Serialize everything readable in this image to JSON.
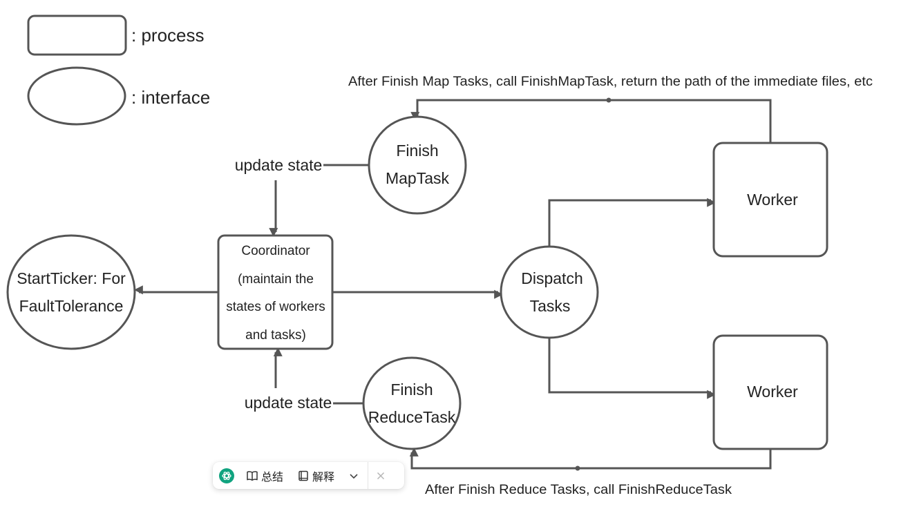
{
  "legend": {
    "process_label": ": process",
    "interface_label": ": interface"
  },
  "nodes": {
    "finish_map": [
      "Finish",
      "MapTask"
    ],
    "finish_reduce": [
      "Finish",
      "ReduceTask"
    ],
    "start_ticker": [
      "StartTicker: For",
      "FaultTolerance"
    ],
    "coordinator": [
      "Coordinator",
      "(maintain the",
      "states of workers",
      "and tasks)"
    ],
    "dispatch": [
      "Dispatch",
      "Tasks"
    ],
    "worker_top": "Worker",
    "worker_bottom": "Worker"
  },
  "labels": {
    "update_state_top": "update state",
    "update_state_bottom": "update state",
    "map_note": "After Finish Map Tasks, call FinishMapTask, return the path of the immediate files, etc",
    "reduce_note": "After Finish Reduce Tasks, call FinishReduceTask"
  },
  "toolbar": {
    "summarize_label": "总结",
    "explain_label": "解释",
    "logo_icon": "openai-logo-icon",
    "logo_color": "#10a37f"
  },
  "colors": {
    "stroke": "#555555",
    "text": "#222222"
  }
}
